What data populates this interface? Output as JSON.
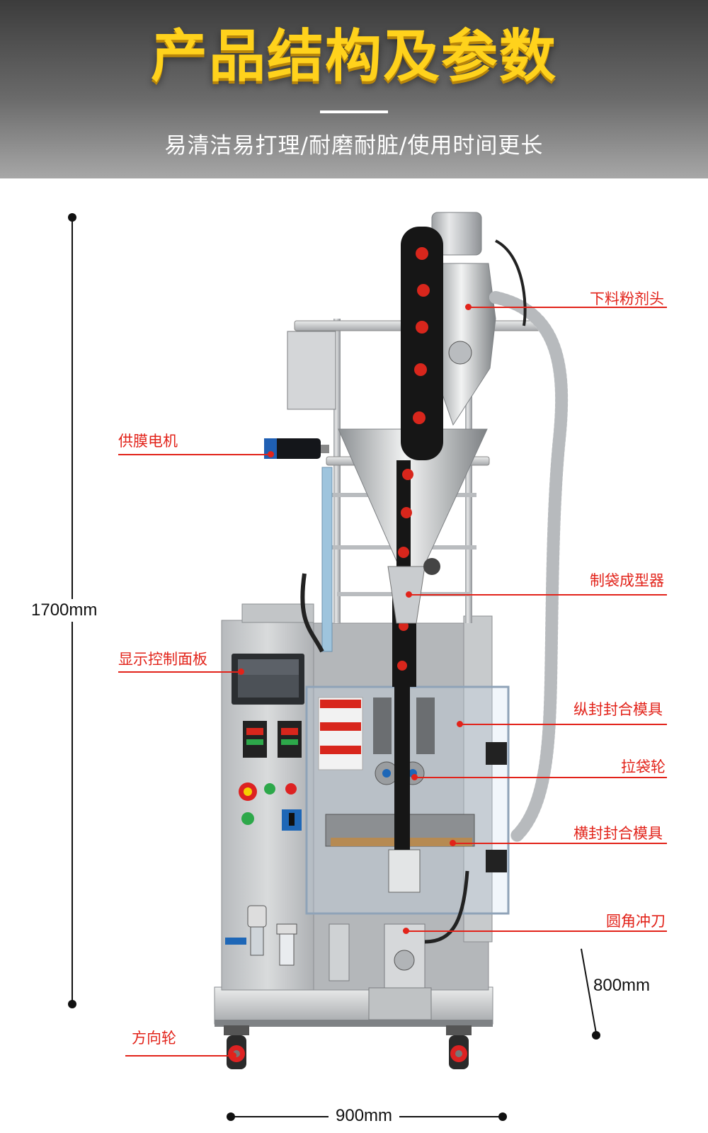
{
  "header": {
    "title": "产品结构及参数",
    "subtitle": "易清洁易打理/耐磨耐脏/使用时间更长"
  },
  "dimensions": {
    "height": "1700mm",
    "depth": "800mm",
    "width": "900mm"
  },
  "callouts": [
    {
      "id": "powder-head",
      "label": "下料粉剂头"
    },
    {
      "id": "film-motor",
      "label": "供膜电机"
    },
    {
      "id": "bag-former",
      "label": "制袋成型器"
    },
    {
      "id": "control-panel",
      "label": "显示控制面板"
    },
    {
      "id": "vertical-seal",
      "label": "纵封封合模具"
    },
    {
      "id": "pull-wheel",
      "label": "拉袋轮"
    },
    {
      "id": "horizontal-seal",
      "label": "横封封合模具"
    },
    {
      "id": "round-cutter",
      "label": "圆角冲刀"
    },
    {
      "id": "caster",
      "label": "方向轮"
    }
  ],
  "colors": {
    "title": "#ffd21c",
    "callout": "#e2231a",
    "banner_dark": "#3c3c3c",
    "film": "#161616",
    "film_logo": "#d8261c",
    "steel": "#c9cbcd"
  }
}
